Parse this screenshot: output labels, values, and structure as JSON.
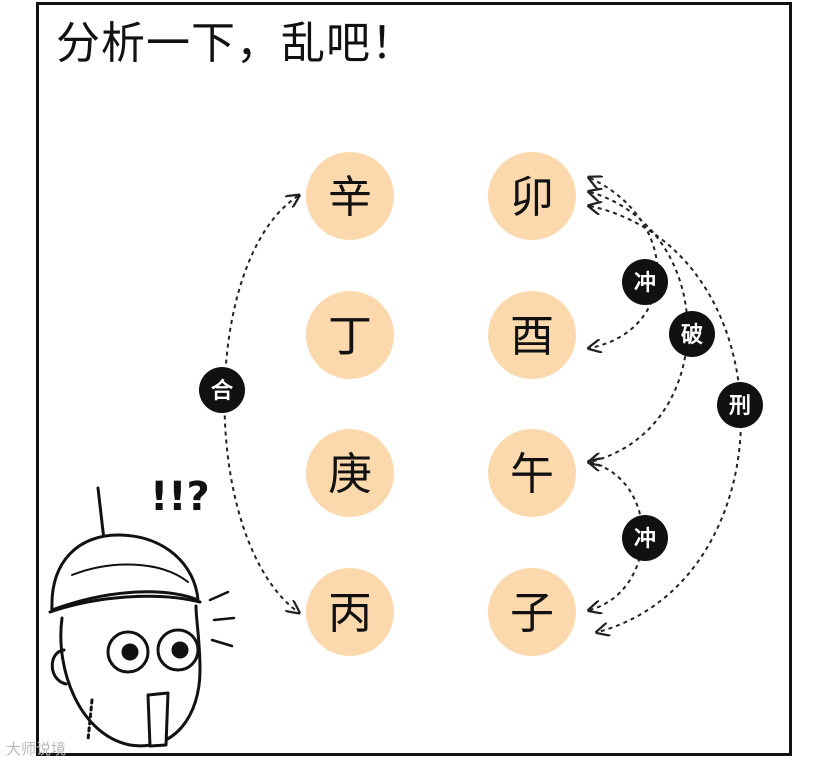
{
  "title": "分析一下，乱吧！",
  "stems": [
    "辛",
    "丁",
    "庚",
    "丙"
  ],
  "branches": [
    "卯",
    "酉",
    "午",
    "子"
  ],
  "relations": {
    "he": "合",
    "chong_top": "冲",
    "po": "破",
    "xing": "刑",
    "chong_bottom": "冲"
  },
  "exclaim": "!!?",
  "watermark": "大师说境",
  "colors": {
    "circle_fill": "#fbd9ad",
    "badge_fill": "#111111",
    "line": "#222222"
  }
}
